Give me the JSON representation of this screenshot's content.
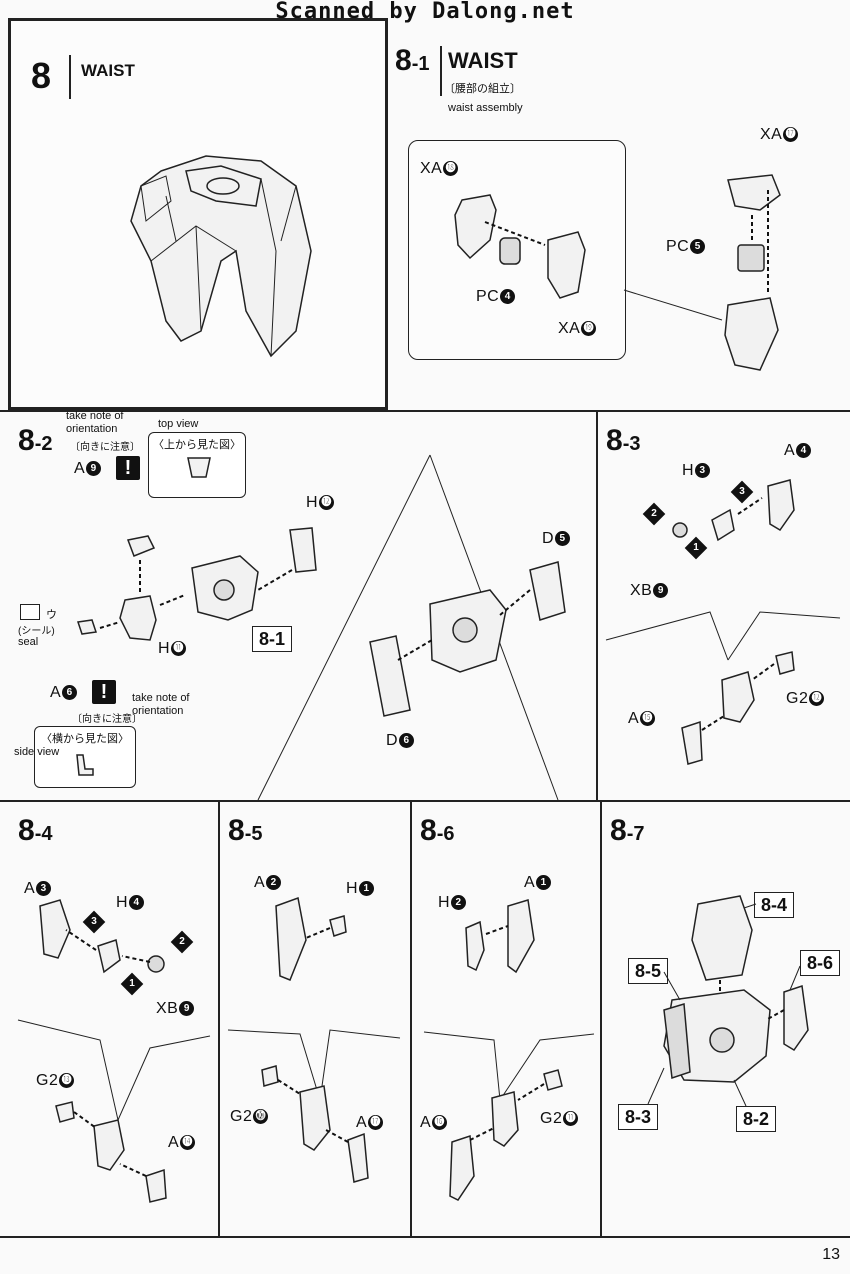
{
  "header": "Scanned by Dalong.net",
  "page_number": "13",
  "step8": {
    "num": "8",
    "title": "WAIST"
  },
  "s81": {
    "num": "8",
    "sub": "-1",
    "title": "WAIST",
    "jp": "〔腰部の組立〕",
    "en": "waist assembly",
    "labels": {
      "xa18": "XA",
      "xa18n": "⓲",
      "pc4": "PC",
      "pc4n": "4",
      "xa19": "XA",
      "xa19n": "⓳",
      "xa17": "XA",
      "xa17n": "⓱",
      "pc5": "PC",
      "pc5n": "5"
    }
  },
  "s82": {
    "num": "8",
    "sub": "-2",
    "note_orient": "take note of\norientation",
    "note_orient_jp": "〔向きに注意〕",
    "top_view": "top view",
    "top_view_jp": "〈上から見た図〉",
    "a9": "A",
    "a9n": "9",
    "h12": "H",
    "h12n": "⓬",
    "h11": "H",
    "h11n": "⓫",
    "seal_jp": "(シール)",
    "seal": "seal",
    "seal_u": "ウ",
    "a6": "A",
    "a6n": "6",
    "note_orient2": "take note of\norientation",
    "note_orient2_jp": "〔向きに注意〕",
    "side_view_jp": "〈横から見た図〉",
    "side_view": "side view",
    "ref81": "8-1",
    "d5": "D",
    "d5n": "5",
    "d6": "D",
    "d6n": "6"
  },
  "s83": {
    "num": "8",
    "sub": "-3",
    "h3": "H",
    "h3n": "3",
    "a4": "A",
    "a4n": "4",
    "xb9": "XB",
    "xb9n": "9",
    "g212": "G2",
    "g212n": "⓬",
    "a15": "A",
    "a15n": "⓯"
  },
  "s84": {
    "num": "8",
    "sub": "-4",
    "a3": "A",
    "a3n": "3",
    "h4": "H",
    "h4n": "4",
    "xb9": "XB",
    "xb9n": "9",
    "g213": "G2",
    "g213n": "⓭",
    "a14": "A",
    "a14n": "⓮"
  },
  "s85": {
    "num": "8",
    "sub": "-5",
    "a2": "A",
    "a2n": "2",
    "h1": "H",
    "h1n": "1",
    "g210": "G2",
    "g210n": "⓾",
    "a17": "A",
    "a17n": "⓱"
  },
  "s86": {
    "num": "8",
    "sub": "-6",
    "h2": "H",
    "h2n": "2",
    "a1": "A",
    "a1n": "1",
    "a16": "A",
    "a16n": "⓰",
    "g211": "G2",
    "g211n": "⓫"
  },
  "s87": {
    "num": "8",
    "sub": "-7",
    "r84": "8-4",
    "r85": "8-5",
    "r86": "8-6",
    "r83": "8-3",
    "r82": "8-2"
  },
  "steps_order": [
    "1",
    "2",
    "3"
  ]
}
